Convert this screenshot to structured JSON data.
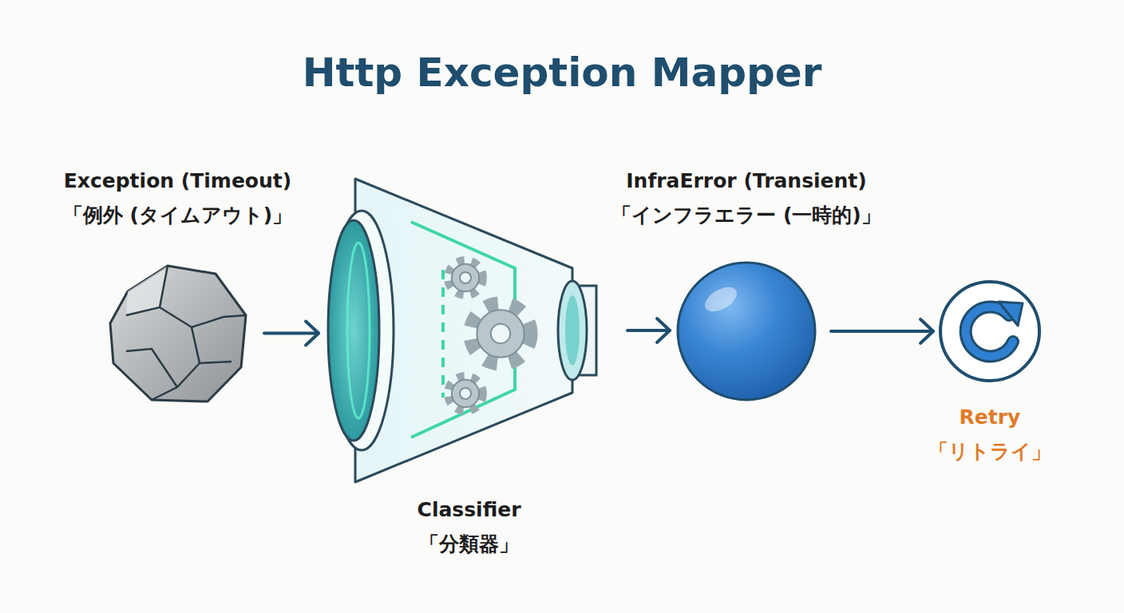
{
  "diagram": {
    "title": "Http Exception Mapper",
    "nodes": [
      {
        "text": [
          "Exception (Timeout)",
          "「例外 (タイムアウト)」"
        ]
      },
      {
        "text": [
          "Classifier",
          "「分類器」"
        ]
      },
      {
        "text": [
          "InfraError (Transient)",
          "「インフラエラー (一時的)」"
        ]
      },
      {
        "text": [
          "Retry",
          "「リトライ」"
        ]
      }
    ],
    "edges": [
      {
        "from": 0,
        "to": 1,
        "arrow": "to"
      },
      {
        "from": 1,
        "to": 2,
        "arrow": "to"
      },
      {
        "from": 2,
        "to": 3,
        "arrow": "to"
      }
    ]
  }
}
